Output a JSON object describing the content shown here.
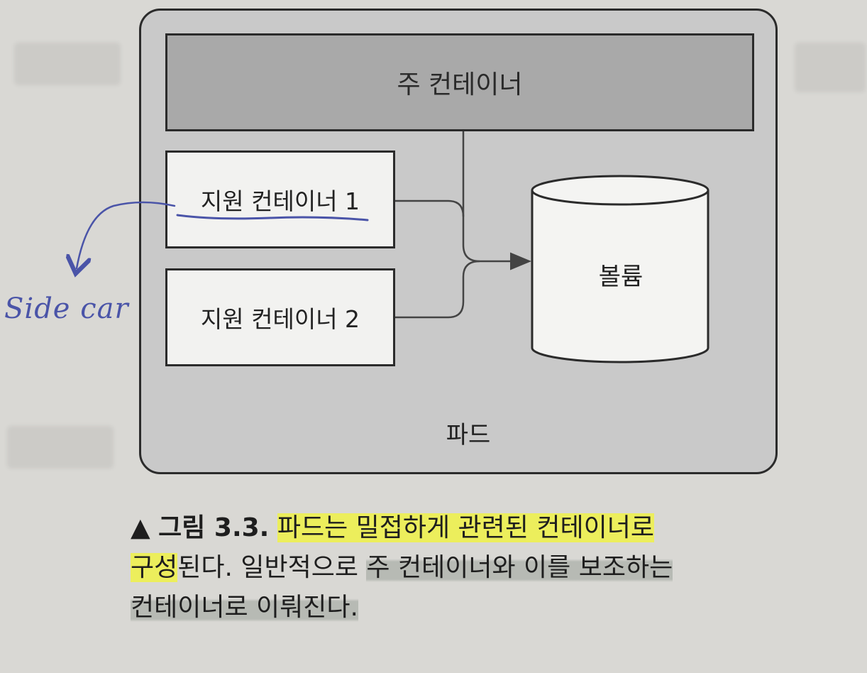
{
  "diagram": {
    "main_container_label": "주 컨테이너",
    "sidecar_1_label": "지원 컨테이너 1",
    "sidecar_2_label": "지원 컨테이너 2",
    "volume_label": "볼륨",
    "pod_label": "파드"
  },
  "annotation": {
    "handwritten_note": "Side car"
  },
  "caption": {
    "marker": "▲",
    "figure_label": "그림 3.3.",
    "part1": "파드는 밀접하게 관련된 컨테이너로",
    "part2": "구성",
    "part3": "된다. 일반적으로 ",
    "part4": "주 컨테이너와 이를 보조하는",
    "part5": "컨테이너로 이뤄진다."
  },
  "colors": {
    "pod_fill": "#c9c9c9",
    "main_container_fill": "#a9a9a9",
    "box_fill": "#f2f2f0",
    "highlight_yellow": "#eef246",
    "pen_blue": "#4a54a8"
  }
}
